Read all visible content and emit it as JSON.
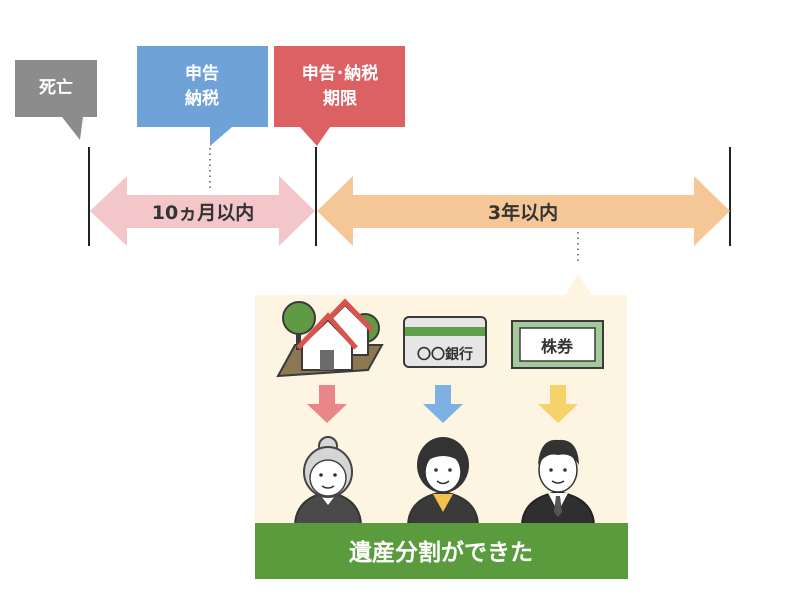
{
  "timeline": {
    "death_label": "死亡",
    "filing_label_line1": "申告",
    "filing_label_line2": "納税",
    "deadline_label_line1": "申告･納税",
    "deadline_label_line2": "期限",
    "period1_label": "10ヵ月以内",
    "period2_label": "3年以内"
  },
  "assets": {
    "bank_card_label": "〇〇銀行",
    "stock_label": "株券"
  },
  "result": {
    "banner_text": "遺産分割ができた"
  },
  "colors": {
    "death_gray": "#8c8c8c",
    "filing_blue": "#6fa3d8",
    "deadline_red": "#dc6163",
    "arrow_pink": "#f3c6c9",
    "arrow_orange": "#f6c796",
    "panel_cream": "#fdf5e2",
    "banner_green": "#5a9b3d",
    "down_arrow_red": "#e8868a",
    "down_arrow_blue": "#7eb1e3",
    "down_arrow_yellow": "#f7d26a"
  }
}
